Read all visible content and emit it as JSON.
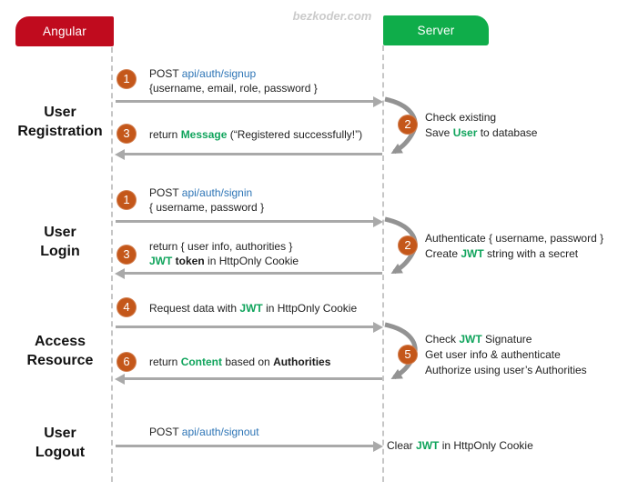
{
  "watermark": "bezkoder.com",
  "actors": {
    "client": "Angular",
    "server": "Server"
  },
  "colors": {
    "client_banner": "#c00b1e",
    "server_banner": "#0fad4a",
    "step_circle": "#c4571a",
    "keyword_green": "#10a45c",
    "api_blue": "#2e75b6",
    "arrow_gray": "#a9a9a9"
  },
  "sections": [
    {
      "id": "registration",
      "label_lines": [
        "User",
        "Registration"
      ],
      "request": {
        "number": "1",
        "lines": [
          [
            {
              "t": "POST "
            },
            {
              "t": "api/auth/signup",
              "style": "blue"
            }
          ],
          [
            {
              "t": "{username, email, role, password }"
            }
          ]
        ]
      },
      "response": {
        "number": "3",
        "lines": [
          [
            {
              "t": "return "
            },
            {
              "t": "Message",
              "style": "green"
            },
            {
              "t": " (“Registered successfully!”)"
            }
          ]
        ]
      },
      "server_note": {
        "number": "2",
        "lines": [
          [
            {
              "t": "Check existing"
            }
          ],
          [
            {
              "t": "Save "
            },
            {
              "t": "User",
              "style": "green"
            },
            {
              "t": " to database"
            }
          ]
        ]
      }
    },
    {
      "id": "login",
      "label_lines": [
        "User",
        "Login"
      ],
      "request": {
        "number": "1",
        "lines": [
          [
            {
              "t": "POST "
            },
            {
              "t": "api/auth/signin",
              "style": "blue"
            }
          ],
          [
            {
              "t": "{ username, password }"
            }
          ]
        ]
      },
      "response": {
        "number": "3",
        "lines": [
          [
            {
              "t": "return { user info, authorities }"
            }
          ],
          [
            {
              "t": "JWT ",
              "style": "green"
            },
            {
              "t": "token",
              "style": "bold"
            },
            {
              "t": " in HttpOnly Cookie"
            }
          ]
        ]
      },
      "server_note": {
        "number": "2",
        "lines": [
          [
            {
              "t": "Authenticate { username, password }"
            }
          ],
          [
            {
              "t": "Create "
            },
            {
              "t": "JWT",
              "style": "green"
            },
            {
              "t": " string with a secret"
            }
          ]
        ]
      }
    },
    {
      "id": "access",
      "label_lines": [
        "Access",
        "Resource"
      ],
      "request": {
        "number": "4",
        "lines": [
          [
            {
              "t": "Request data with "
            },
            {
              "t": "JWT",
              "style": "green"
            },
            {
              "t": " in HttpOnly Cookie"
            }
          ]
        ]
      },
      "response": {
        "number": "6",
        "lines": [
          [
            {
              "t": "return "
            },
            {
              "t": "Content",
              "style": "green"
            },
            {
              "t": " based on "
            },
            {
              "t": "Authorities",
              "style": "bold"
            }
          ]
        ]
      },
      "server_note": {
        "number": "5",
        "lines": [
          [
            {
              "t": "Check "
            },
            {
              "t": "JWT",
              "style": "green"
            },
            {
              "t": " Signature"
            }
          ],
          [
            {
              "t": "Get user info & authenticate"
            }
          ],
          [
            {
              "t": "Authorize using user’s Authorities"
            }
          ]
        ]
      }
    },
    {
      "id": "logout",
      "label_lines": [
        "User",
        "Logout"
      ],
      "request": {
        "number": "",
        "lines": [
          [
            {
              "t": "POST "
            },
            {
              "t": "api/auth/signout",
              "style": "blue"
            }
          ]
        ]
      },
      "server_note": {
        "number": "",
        "lines": [
          [
            {
              "t": "Clear "
            },
            {
              "t": "JWT",
              "style": "green"
            },
            {
              "t": " in HttpOnly Cookie"
            }
          ]
        ]
      }
    }
  ]
}
